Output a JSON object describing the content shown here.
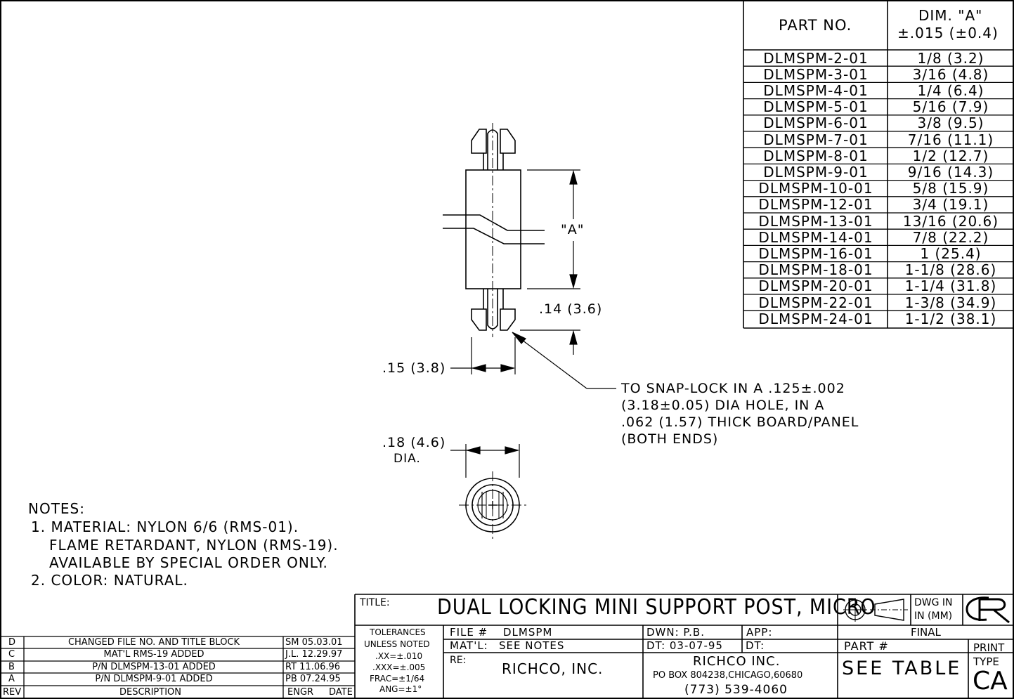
{
  "part_table": {
    "header_part": "PART NO.",
    "header_dim_line1": "DIM. \"A\"",
    "header_dim_line2": "±.015 (±0.4)",
    "rows": [
      {
        "part": "DLMSPM-2-01",
        "dim": "1/8 (3.2)"
      },
      {
        "part": "DLMSPM-3-01",
        "dim": "3/16 (4.8)"
      },
      {
        "part": "DLMSPM-4-01",
        "dim": "1/4 (6.4)"
      },
      {
        "part": "DLMSPM-5-01",
        "dim": "5/16 (7.9)"
      },
      {
        "part": "DLMSPM-6-01",
        "dim": "3/8 (9.5)"
      },
      {
        "part": "DLMSPM-7-01",
        "dim": "7/16 (11.1)"
      },
      {
        "part": "DLMSPM-8-01",
        "dim": "1/2 (12.7)"
      },
      {
        "part": "DLMSPM-9-01",
        "dim": "9/16 (14.3)"
      },
      {
        "part": "DLMSPM-10-01",
        "dim": "5/8 (15.9)"
      },
      {
        "part": "DLMSPM-12-01",
        "dim": "3/4 (19.1)"
      },
      {
        "part": "DLMSPM-13-01",
        "dim": "13/16 (20.6)"
      },
      {
        "part": "DLMSPM-14-01",
        "dim": "7/8 (22.2)"
      },
      {
        "part": "DLMSPM-16-01",
        "dim": "1 (25.4)"
      },
      {
        "part": "DLMSPM-18-01",
        "dim": "1-1/8 (28.6)"
      },
      {
        "part": "DLMSPM-20-01",
        "dim": "1-1/4 (31.8)"
      },
      {
        "part": "DLMSPM-22-01",
        "dim": "1-3/8 (34.9)"
      },
      {
        "part": "DLMSPM-24-01",
        "dim": "1-1/2 (38.1)"
      }
    ]
  },
  "drawing": {
    "dim_a_label": "\"A\"",
    "dim_head": ".14 (3.6)",
    "dim_width": ".15 (3.8)",
    "callout_lines": [
      "TO SNAP-LOCK IN A .125±.002",
      "(3.18±0.05) DIA HOLE, IN A",
      ".062 (1.57) THICK BOARD/PANEL",
      "(BOTH ENDS)"
    ],
    "dia_value": ".18 (4.6)",
    "dia_label": "DIA."
  },
  "notes": {
    "heading": "NOTES:",
    "lines": [
      "1. MATERIAL: NYLON 6/6 (RMS-01).",
      "FLAME RETARDANT, NYLON (RMS-19).",
      "AVAILABLE BY SPECIAL ORDER ONLY.",
      "2. COLOR: NATURAL."
    ]
  },
  "revisions": {
    "header": {
      "rev": "REV",
      "description": "DESCRIPTION",
      "engr": "ENGR",
      "date": "DATE"
    },
    "rows": [
      {
        "rev": "D",
        "description": "CHANGED FILE NO. AND TITLE BLOCK",
        "engr_date": "SM 05.03.01"
      },
      {
        "rev": "C",
        "description": "MAT'L RMS-19 ADDED",
        "engr_date": "J.L. 12.29.97"
      },
      {
        "rev": "B",
        "description": "P/N DLMSPM-13-01 ADDED",
        "engr_date": "RT 11.06.96"
      },
      {
        "rev": "A",
        "description": "P/N DLMSPM-9-01 ADDED",
        "engr_date": "PB 07.24.95"
      }
    ]
  },
  "title_block": {
    "title_label": "TITLE:",
    "title": "DUAL LOCKING MINI SUPPORT POST, MICRO",
    "dwg_in_line1": "DWG IN",
    "dwg_in_line2": "IN (MM)",
    "final": "FINAL",
    "tolerances": [
      "TOLERANCES",
      "UNLESS NOTED",
      ".XX=±.010",
      ".XXX=±.005",
      "FRAC=±1/64",
      "ANG=±1°"
    ],
    "file_label": "FILE #",
    "file_value": "DLMSPM",
    "matl_label": "MAT'L:",
    "matl_value": "SEE NOTES",
    "re_label": "RE:",
    "re_value": "RICHCO, INC.",
    "dwn": "DWN: P.B.",
    "app": "APP:",
    "dt": "DT: 03-07-95",
    "dt2": "DT:",
    "company": "RICHCO INC.",
    "address": "PO BOX 804238,CHICAGO,60680",
    "phone": "(773) 539-4060",
    "part_label": "PART #",
    "part_value": "SEE TABLE",
    "print_label1": "PRINT",
    "print_label2": "TYPE",
    "print_value": "CA"
  }
}
